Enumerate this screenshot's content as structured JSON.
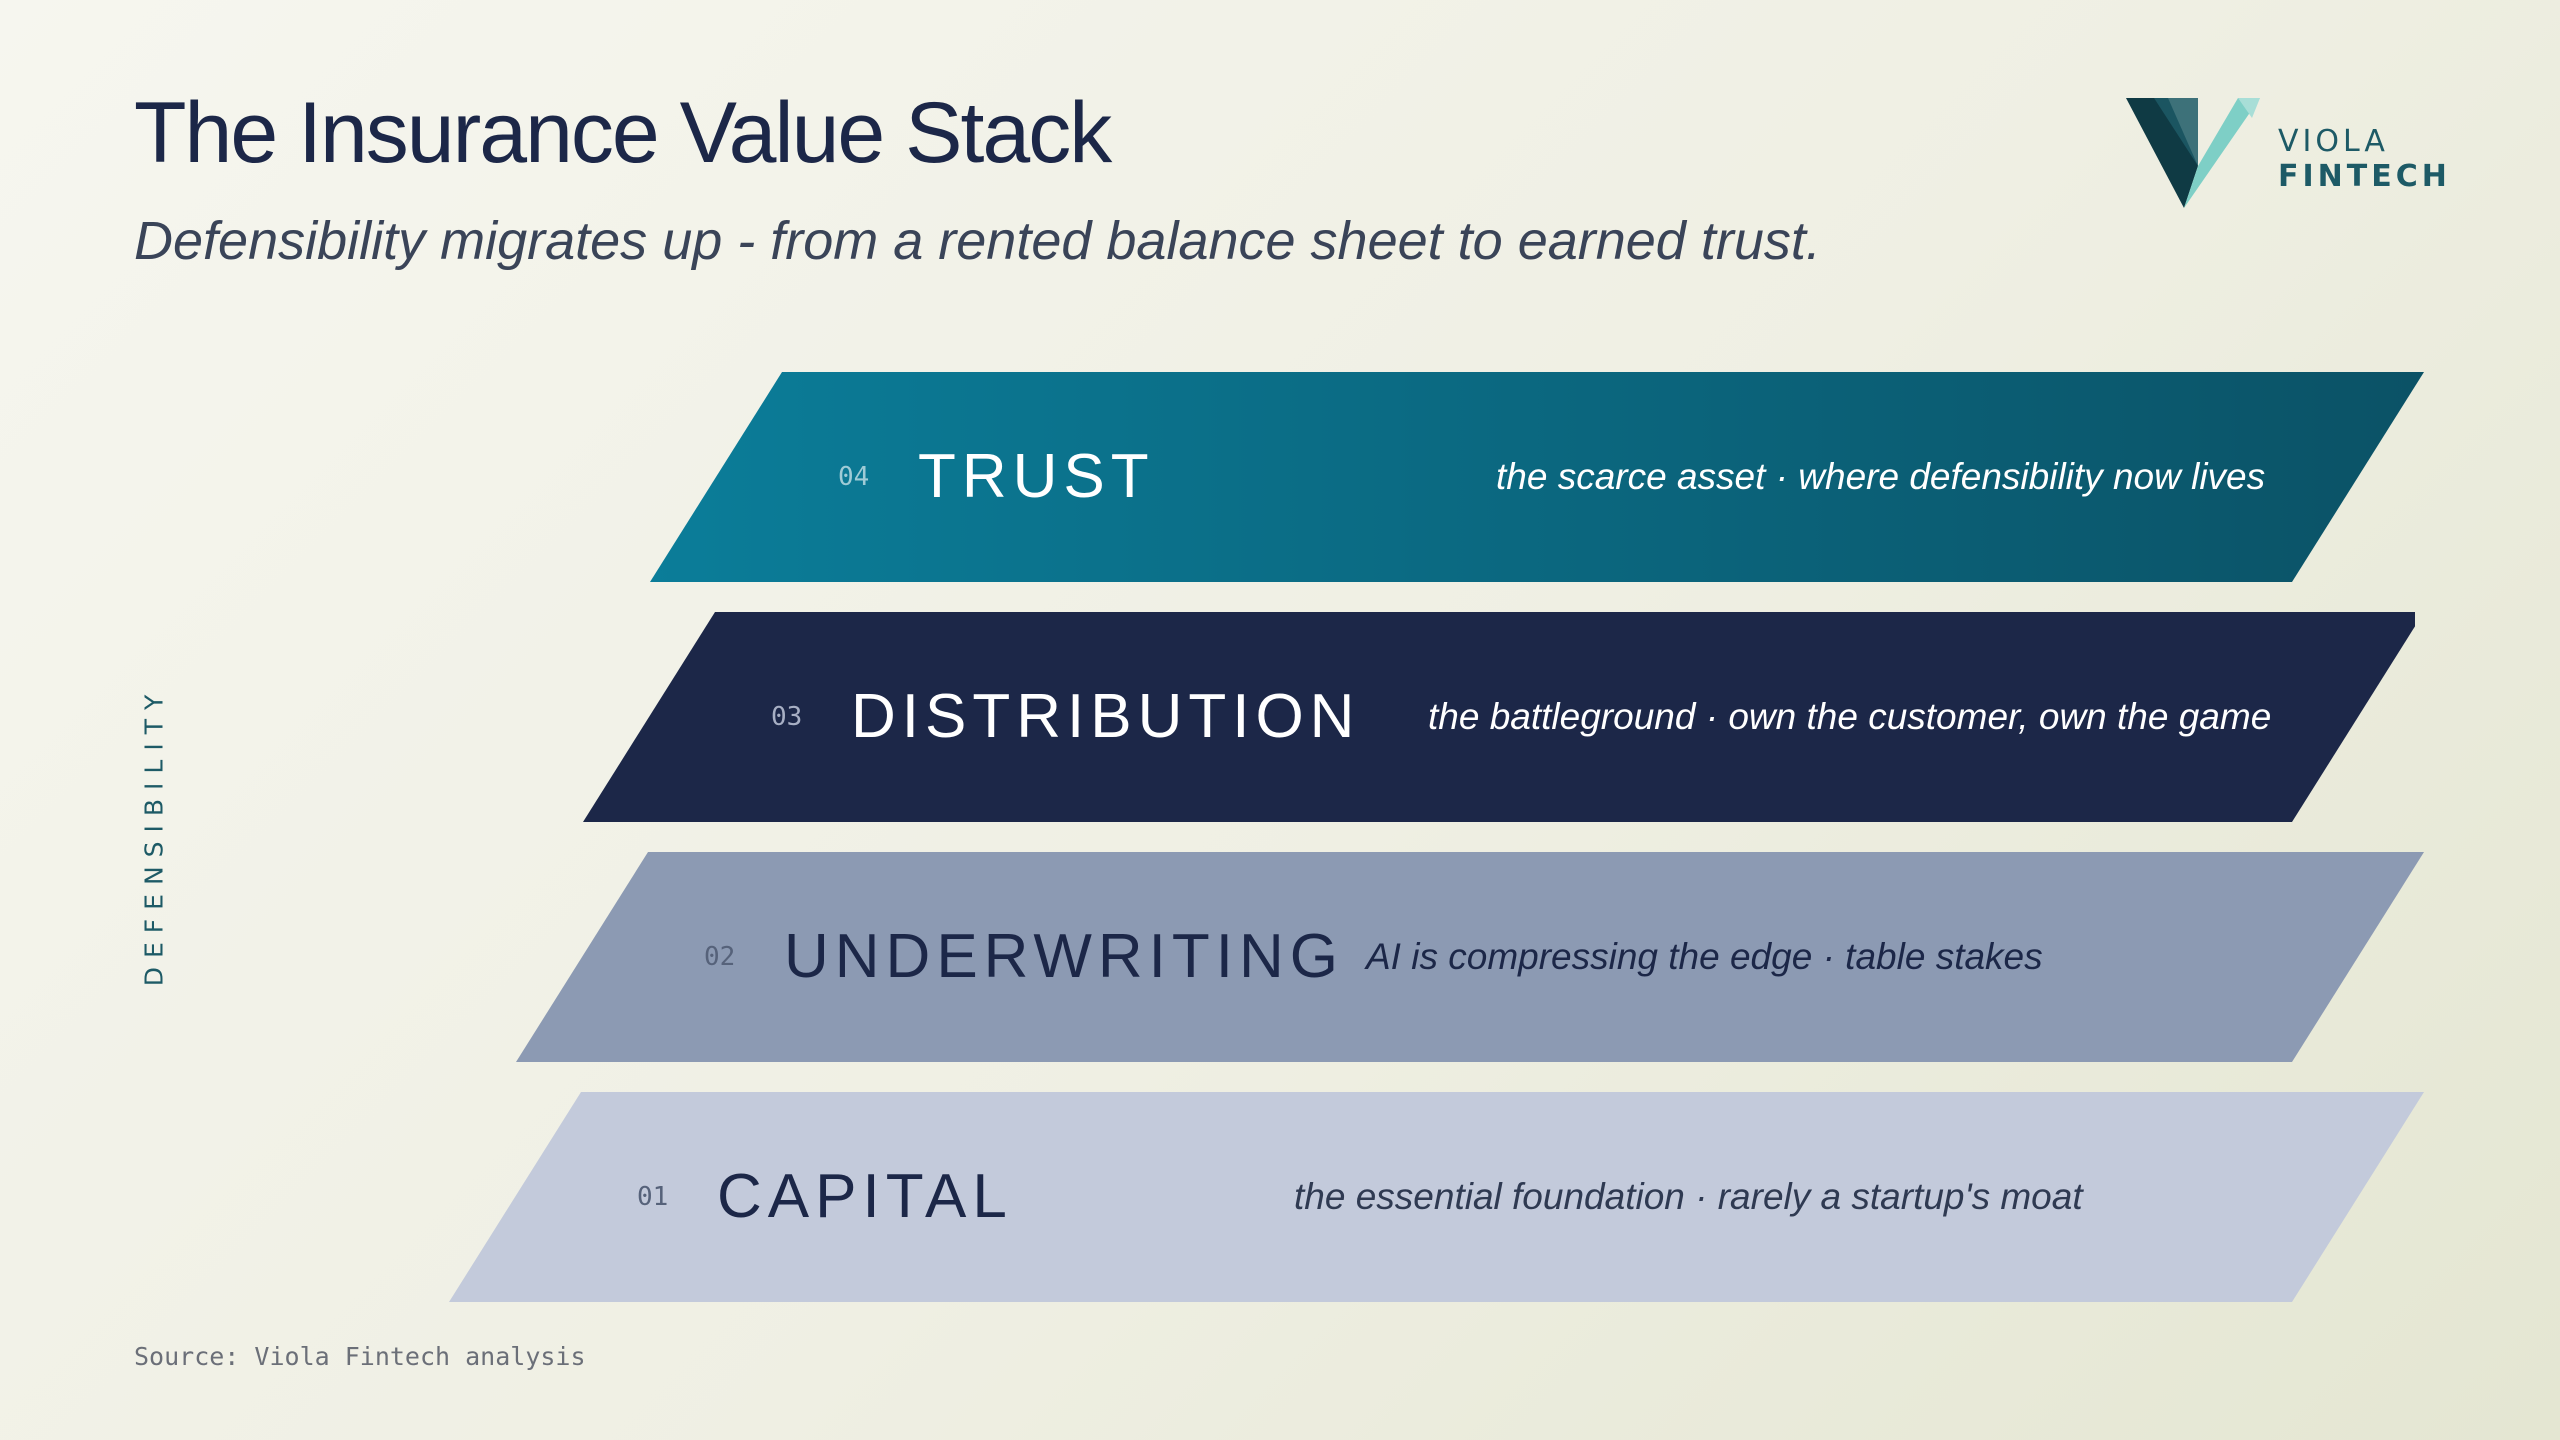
{
  "header": {
    "title": "The Insurance Value Stack",
    "subtitle": "Defensibility migrates up - from a rented balance sheet to earned trust."
  },
  "logo": {
    "icon": "viola-v-logo-icon",
    "line1": "VIOLA",
    "line2": "FINTECH",
    "colors": [
      "#0f3a44",
      "#1d5a66",
      "#7ecfc6"
    ]
  },
  "axis_label": "DEFENSIBILITY",
  "layers": [
    {
      "number": "04",
      "name": "TRUST",
      "description": "the scarce asset · where defensibility now lives",
      "color_start": "#0b7d99",
      "color_end": "#0b5266",
      "text_color": "#ffffff"
    },
    {
      "number": "03",
      "name": "DISTRIBUTION",
      "description": "the battleground · own the customer, own the game",
      "color_start": "#1c2748",
      "color_end": "#1c2748",
      "text_color": "#ffffff"
    },
    {
      "number": "02",
      "name": "UNDERWRITING",
      "description": "AI is compressing the edge · table stakes",
      "color_start": "#8c9ab3",
      "color_end": "#8c9ab3",
      "text_color": "#1c2748"
    },
    {
      "number": "01",
      "name": "CAPITAL",
      "description": "the essential foundation · rarely a startup's moat",
      "color_start": "#c3cadb",
      "color_end": "#c3cadb",
      "text_color": "#1c2748"
    }
  ],
  "source": "Source: Viola Fintech analysis"
}
